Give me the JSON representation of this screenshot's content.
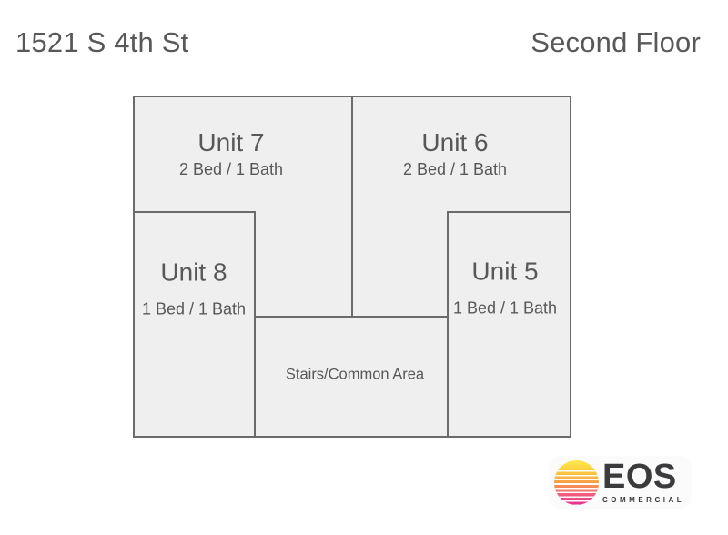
{
  "header": {
    "address": "1521 S 4th St",
    "floor": "Second Floor"
  },
  "floorplan": {
    "units": [
      {
        "id": "unit-7",
        "name": "Unit 7",
        "details": "2 Bed / 1 Bath"
      },
      {
        "id": "unit-6",
        "name": "Unit 6",
        "details": "2 Bed / 1 Bath"
      },
      {
        "id": "unit-8",
        "name": "Unit 8",
        "details": "1 Bed / 1 Bath"
      },
      {
        "id": "unit-5",
        "name": "Unit 5",
        "details": "1 Bed / 1 Bath"
      }
    ],
    "common_area": {
      "label": "Stairs/Common Area"
    }
  },
  "logo": {
    "brand": "EOS",
    "subtitle": "COMMERCIAL",
    "icon": "sun-icon"
  },
  "colors": {
    "wall": "#6b6b6b",
    "room_fill": "#efefef",
    "text": "#57585a",
    "logo_text": "#3b3b3d",
    "sun_top": "#ffe851",
    "sun_bottom": "#e72f96"
  }
}
